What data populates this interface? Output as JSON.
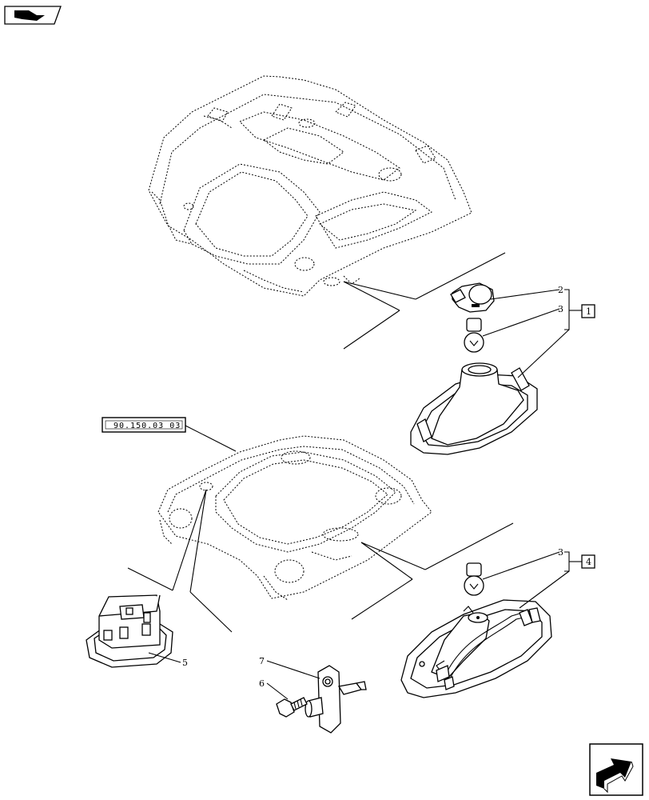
{
  "nav": {
    "back_icon": "book-back-arrow-icon",
    "next_icon": "next-page-arrow-icon"
  },
  "callouts": {
    "item_2": "2",
    "item_3_upper": "3",
    "item_3_lower": "3",
    "item_5": "5",
    "item_6": "6",
    "item_7": "7"
  },
  "kits": {
    "kit_1": "1",
    "kit_4": "4"
  },
  "reference": {
    "code": "90.150.03 03"
  }
}
